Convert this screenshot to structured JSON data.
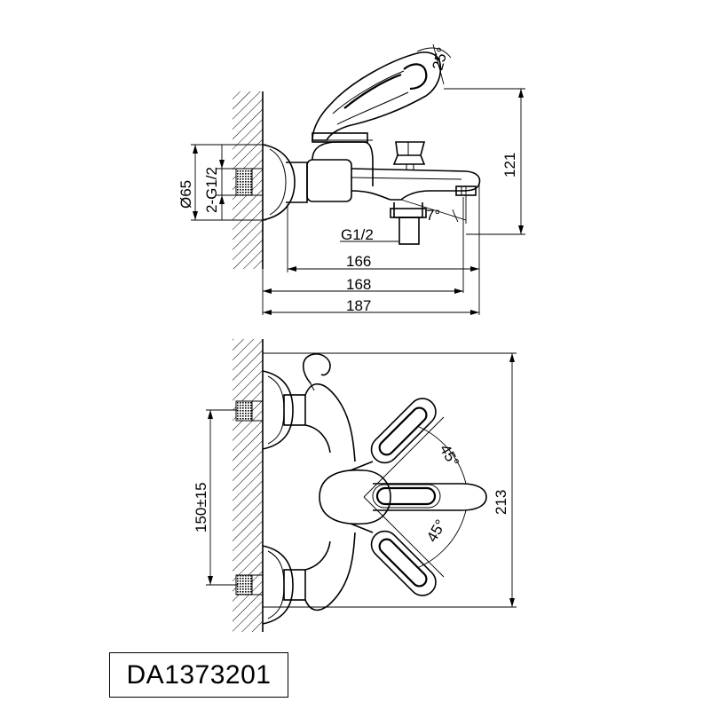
{
  "model": {
    "code": "DA1373201"
  },
  "side_view": {
    "dimensions": {
      "angle_handle": "25°",
      "height_total": "121",
      "flange_diameter": "Ø65",
      "inlet_thread": "2-G1/2",
      "spout_angle": "7°",
      "outlet_thread": "G1/2",
      "length_166": "166",
      "length_168": "168",
      "length_187": "187"
    }
  },
  "top_view": {
    "dimensions": {
      "center_distance": "150±15",
      "total_width": "213",
      "angle_upper": "45°",
      "angle_lower": "45°"
    }
  },
  "colors": {
    "line": "#000000",
    "background": "#ffffff"
  }
}
